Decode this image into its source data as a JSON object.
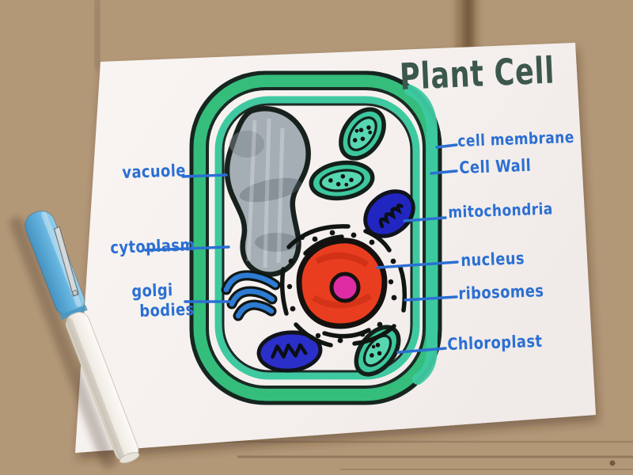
{
  "title": "Plant Cell",
  "labels_left": [
    {
      "id": "vacuole",
      "text": "vacuole"
    },
    {
      "id": "cytoplasm",
      "text": "cytoplasm"
    },
    {
      "id": "golgi-bodies",
      "line1": "golgi",
      "line2": "bodies"
    }
  ],
  "labels_right": [
    {
      "id": "cell-membrane",
      "text": "cell membrane"
    },
    {
      "id": "cell-wall",
      "text": "Cell Wall"
    },
    {
      "id": "mitochondria",
      "text": "mitochondria"
    },
    {
      "id": "nucleus",
      "text": "nucleus"
    },
    {
      "id": "ribosomes",
      "text": "ribosomes"
    },
    {
      "id": "chloroplast",
      "text": "Chloroplast"
    }
  ],
  "colors": {
    "label_ink_blue": "#2b6fd3",
    "title_ink_green": "#3c584d",
    "cell_wall_green": "#35bd7c",
    "membrane_teal": "#3fc9a0",
    "chloroplast_teal": "#3dc79f",
    "mitochondria_blue": "#2328c2",
    "golgi_blue": "#2d7bd3",
    "nucleus_red": "#e93d1f",
    "nucleolus_magenta": "#df2ba4",
    "vacuole_gray": "#a6aeb5",
    "pen_cap_blue": "#66b4dd",
    "paper_white": "#f7f3f1"
  }
}
